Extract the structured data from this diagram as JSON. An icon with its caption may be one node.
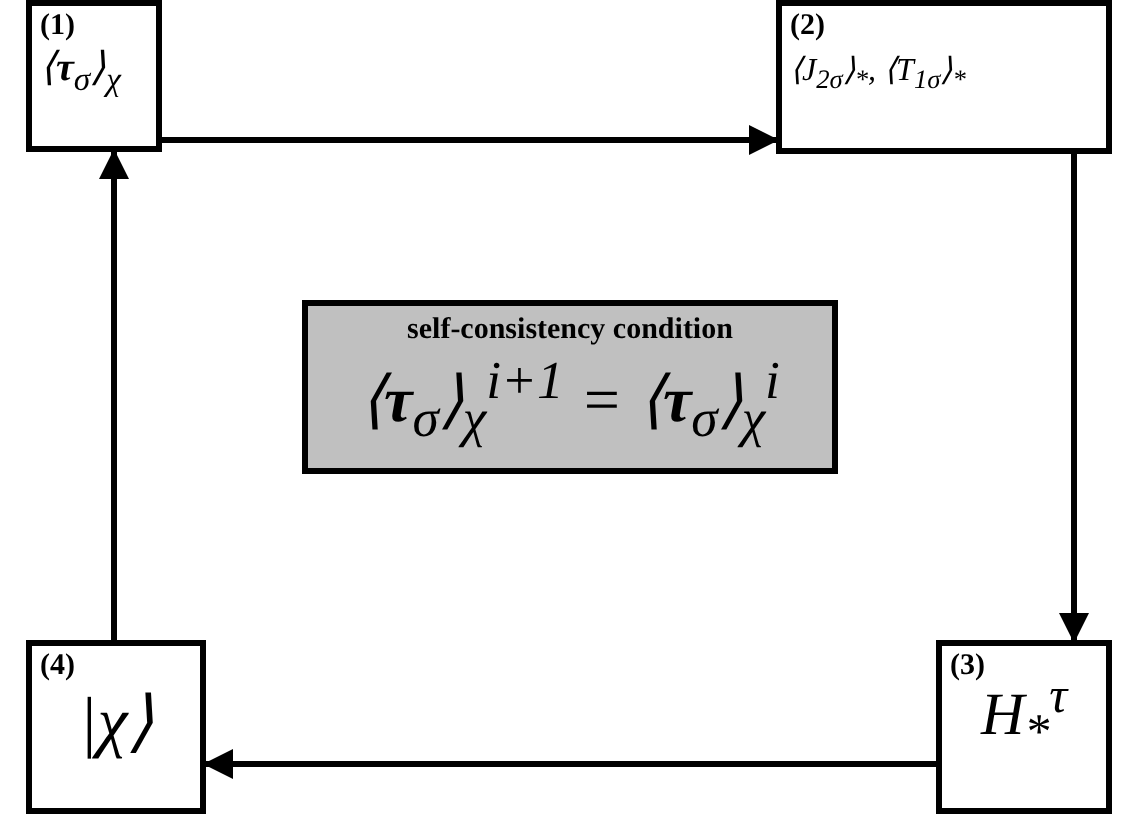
{
  "diagram": {
    "nodes": [
      {
        "text": [
          "(1)",
          "⟨**τ**$_{σ}$⟩$_{χ}$"
        ]
      },
      {
        "text": [
          "(2)",
          "⟨J$_{2σ}$⟩$_{*}$, ⟨T$_{1σ}$⟩$_{*}$"
        ]
      },
      {
        "text": [
          "(3)",
          "H$_{*}$$^{τ}$"
        ]
      },
      {
        "text": [
          "(4)",
          "|χ⟩"
        ]
      },
      {
        "text": [
          "self-consistency condition",
          "⟨**τ**$_{σ}$⟩$_{χ}$$^{i+1}$ = ⟨**τ**$_{σ}$⟩$_{χ}$$^{i}$"
        ]
      }
    ],
    "edges": [
      {
        "from": 0,
        "to": 1,
        "arrow": "to"
      },
      {
        "from": 1,
        "to": 2,
        "arrow": "to"
      },
      {
        "from": 2,
        "to": 3,
        "arrow": "to"
      },
      {
        "from": 3,
        "to": 0,
        "arrow": "to"
      }
    ]
  }
}
